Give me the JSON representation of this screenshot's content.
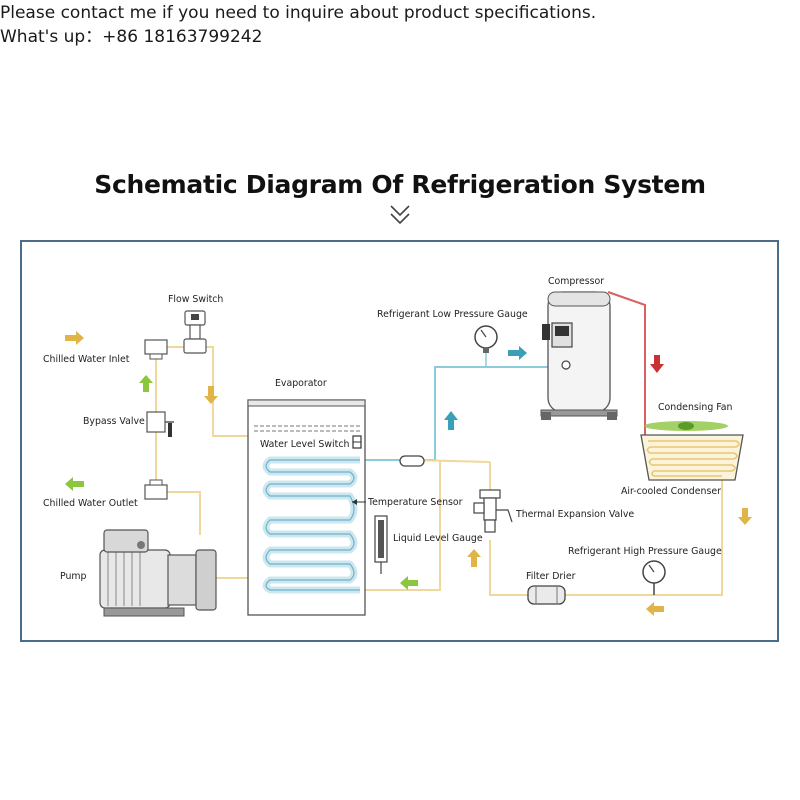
{
  "contact": {
    "line1": "Please contact me if you need to inquire about product specifications.",
    "line2": "What's up：+86 18163799242"
  },
  "title": "Schematic Diagram Of Refrigeration System",
  "icons": {
    "scroll": "double-chevron-down-icon"
  },
  "colors": {
    "frame": "#4a6d8c",
    "water_pipe": "#f0d89a",
    "low_side_pipe": "#8fc9dc",
    "hot_gas_pipe": "#d86060",
    "flow_arrow_water": "#e0b446",
    "flow_arrow_return": "#8cc63f",
    "flow_arrow_refrigerant": "#3aa0b8",
    "flow_arrow_hot": "#c83232"
  },
  "labels": {
    "flow_switch": "Flow Switch",
    "chilled_water_inlet": "Chilled Water Inlet",
    "bypass_valve": "Bypass Valve",
    "chilled_water_outlet": "Chilled Water Outlet",
    "pump": "Pump",
    "evaporator": "Evaporator",
    "water_level_switch": "Water Level Switch",
    "temperature_sensor": "Temperature Sensor",
    "liquid_level_gauge": "Liquid Level Gauge",
    "refrigerant_low_pressure_gauge": "Refrigerant Low Pressure Gauge",
    "compressor": "Compressor",
    "condensing_fan": "Condensing Fan",
    "air_cooled_condenser": "Air-cooled Condenser",
    "thermal_expansion_valve": "Thermal Expansion Valve",
    "refrigerant_high_pressure_gauge": "Refrigerant High Pressure Gauge",
    "filter_drier": "Filter Drier"
  }
}
